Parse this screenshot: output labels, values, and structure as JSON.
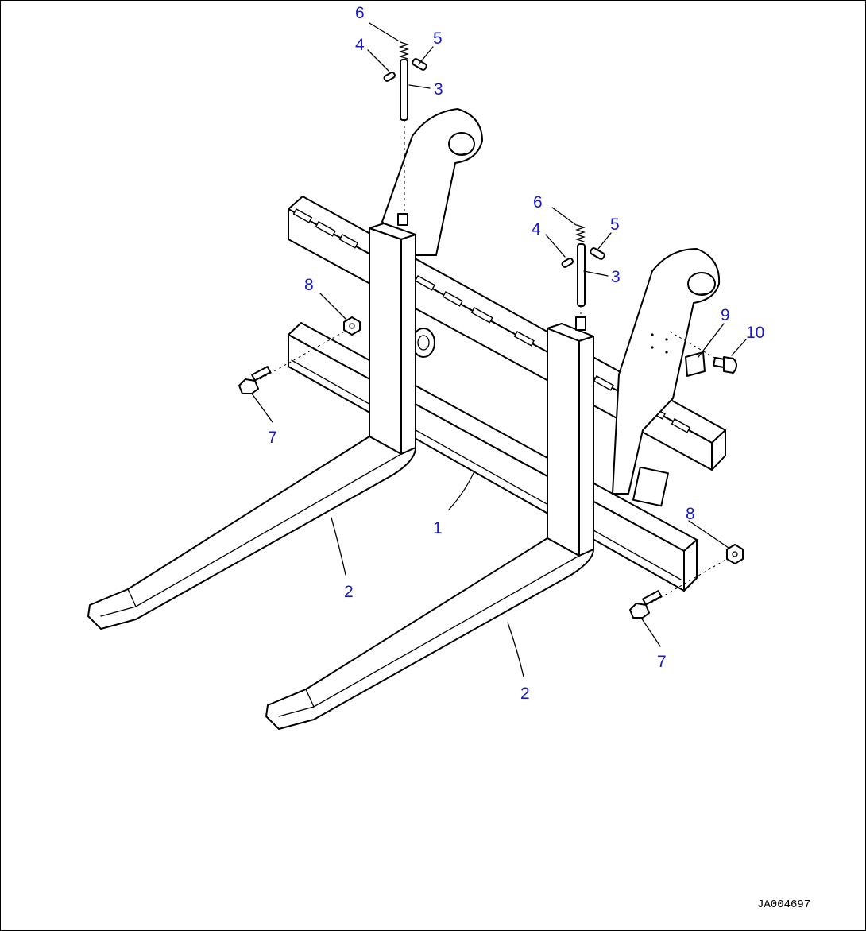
{
  "diagram": {
    "drawing_id": "JA004697",
    "callouts": [
      {
        "id": "pin-left",
        "label": "3"
      },
      {
        "id": "pin-right",
        "label": "3"
      },
      {
        "id": "washer-left",
        "label": "4"
      },
      {
        "id": "washer-right",
        "label": "4"
      },
      {
        "id": "cotter-left",
        "label": "5"
      },
      {
        "id": "cotter-right",
        "label": "5"
      },
      {
        "id": "spring-left",
        "label": "6"
      },
      {
        "id": "spring-right",
        "label": "6"
      },
      {
        "id": "frame",
        "label": "1"
      },
      {
        "id": "fork-left",
        "label": "2"
      },
      {
        "id": "fork-right",
        "label": "2"
      },
      {
        "id": "bolt-left",
        "label": "7"
      },
      {
        "id": "bolt-right",
        "label": "7"
      },
      {
        "id": "nut-left",
        "label": "8"
      },
      {
        "id": "nut-right",
        "label": "8"
      },
      {
        "id": "plate",
        "label": "9"
      },
      {
        "id": "screw",
        "label": "10"
      }
    ]
  }
}
